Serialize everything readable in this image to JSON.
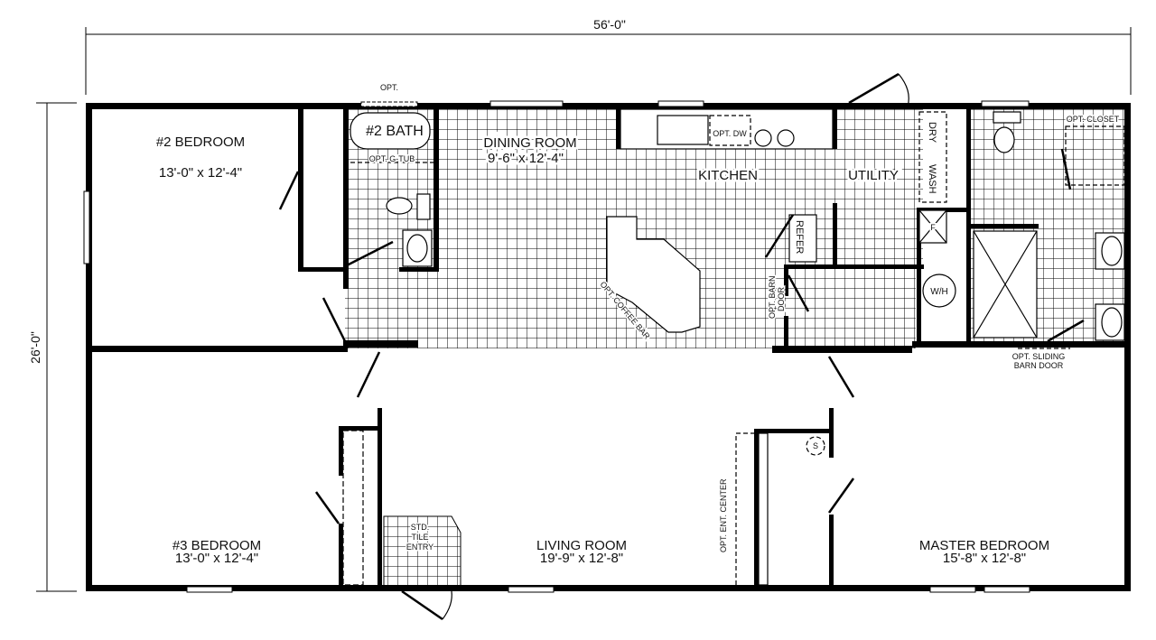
{
  "dimensions": {
    "width": "56'-0\"",
    "depth": "26'-0\""
  },
  "rooms": {
    "bedroom2": {
      "name": "#2 BEDROOM",
      "size": "13'-0\" x 12'-4\""
    },
    "bath2": {
      "name": "#2 BATH",
      "opt": "OPT.",
      "gtub": "OPT. G-TUB"
    },
    "dining": {
      "name": "DINING ROOM",
      "size": "9'-6\" x 12'-4\""
    },
    "kitchen": {
      "name": "KITCHEN",
      "dw": "OPT. DW",
      "refer": "REFER",
      "coffee_bar": "OPT. COFFEE BAR",
      "barn_door": "OPT. BARN",
      "barn_door2": "DOOR"
    },
    "utility": {
      "name": "UTILITY",
      "dry": "DRY",
      "wash": "WASH",
      "furnace": "F",
      "wh": "W/H"
    },
    "master_bath": {
      "closet": "OPT. CLOSET",
      "sliding1": "OPT. SLIDING",
      "sliding2": "BARN DOOR"
    },
    "bedroom3": {
      "name": "#3 BEDROOM",
      "size": "13'-0\" x 12'-4\""
    },
    "entry": {
      "l1": "STD.",
      "l2": "TILE",
      "l3": "ENTRY"
    },
    "living": {
      "name": "LIVING ROOM",
      "size": "19'-9\" x 12'-8\"",
      "ent": "OPT. ENT. CENTER"
    },
    "master": {
      "name": "MASTER BEDROOM",
      "size": "15'-8\" x 12'-8\"",
      "s": "S"
    }
  }
}
